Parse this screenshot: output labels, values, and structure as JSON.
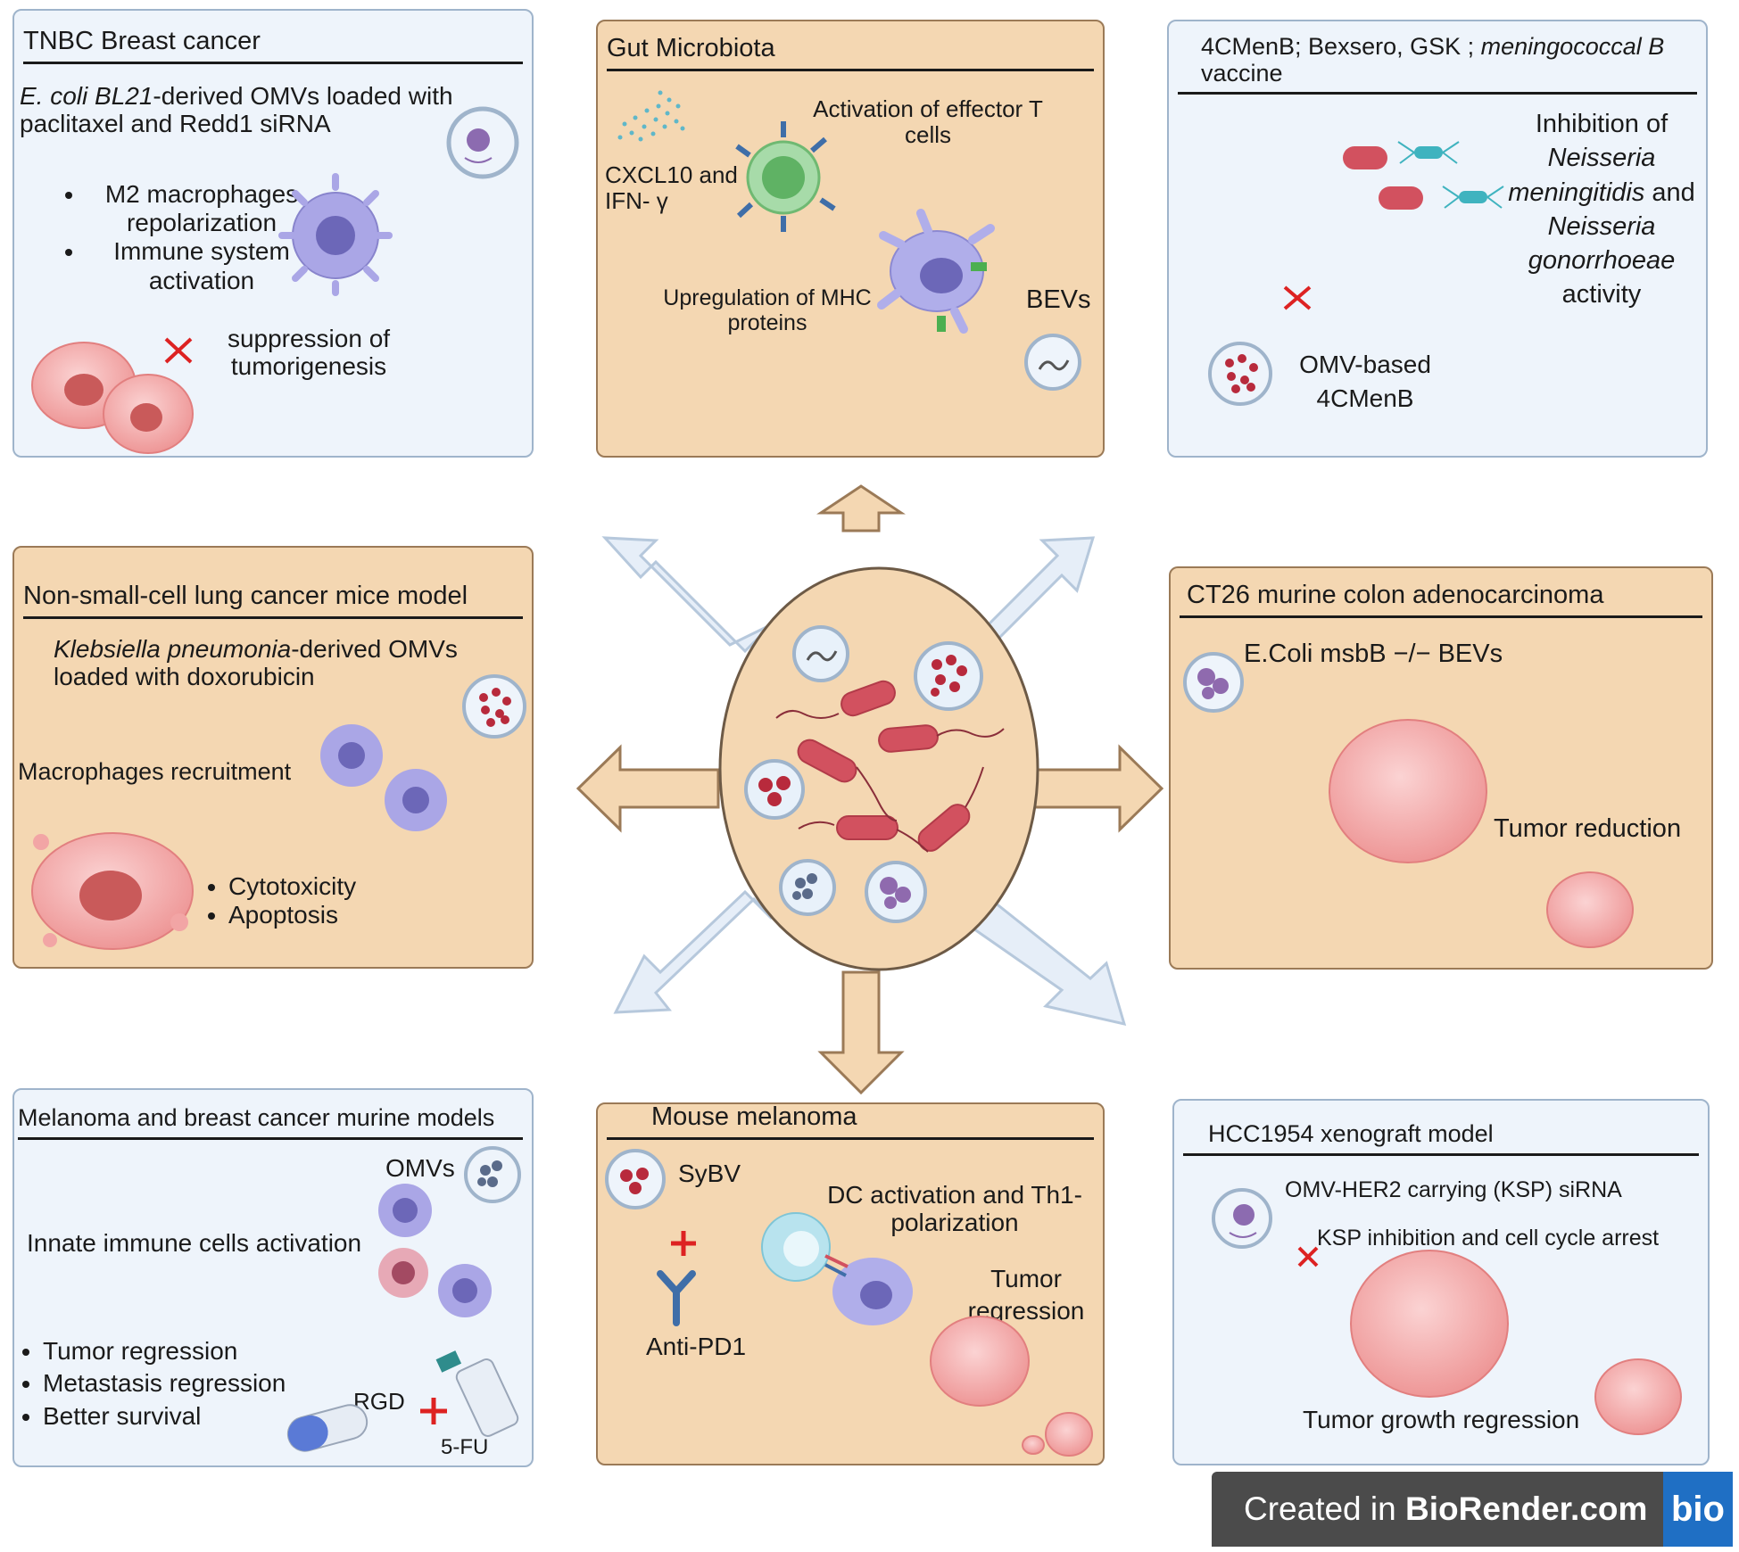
{
  "panels": {
    "tnbc": {
      "title": "TNBC Breast cancer",
      "desc_italic": "E. coli BL21",
      "desc_rest": "-derived OMVs loaded with paclitaxel and Redd1 siRNA",
      "bullets": [
        "M2 macrophages repolarization",
        "Immune system activation"
      ],
      "outcome": "suppression of tumorigenesis"
    },
    "gut": {
      "title": "Gut Microbiota",
      "effector": "Activation of effector T cells",
      "cytokines": "CXCL10 and IFN- γ",
      "mhc": "Upregulation of MHC proteins",
      "bevs": "BEVs"
    },
    "vaccine": {
      "title_plain": "4CMenB; Bexsero, GSK ; ",
      "title_italic": "meningococcal B",
      "title_line2": "vaccine",
      "effect_line1": "Inhibition of",
      "effect_italic1": "Neisseria",
      "effect_italic2": "meningitidis",
      "effect_and": " and",
      "effect_italic3": "Neisseria",
      "effect_italic4": "gonorrhoeae",
      "effect_last": "activity",
      "omv": "OMV-based 4CMenB"
    },
    "nsclc": {
      "title": "Non-small-cell lung cancer mice model",
      "desc_italic": "Klebsiella pneumonia",
      "desc_rest": "-derived OMVs loaded with doxorubicin",
      "recruit": "Macrophages recruitment",
      "bullets": [
        "Cytotoxicity",
        "Apoptosis"
      ]
    },
    "ct26": {
      "title": "CT26 murine colon adenocarcinoma",
      "source": "E.Coli msbB −/− BEVs",
      "outcome": "Tumor reduction"
    },
    "melanoma_breast": {
      "title": "Melanoma and breast cancer murine models",
      "omvs": "OMVs",
      "innate": "Innate immune cells activation",
      "bullets": [
        "Tumor regression",
        "Metastasis regression",
        "Better survival"
      ],
      "rgd": "RGD",
      "fu": "5-FU"
    },
    "mouse_melanoma": {
      "title": "Mouse melanoma",
      "sybv": "SyBV",
      "dc": "DC activation and Th1-polarization",
      "regression": "Tumor regression",
      "antipd1": "Anti-PD1"
    },
    "hcc": {
      "title": "HCC1954 xenograft model",
      "omv": "OMV-HER2 carrying (KSP) siRNA",
      "ksp": "KSP inhibition and cell cycle arrest",
      "outcome": "Tumor growth regression"
    }
  },
  "watermark": {
    "prefix": "Created in ",
    "brand": "BioRender.com",
    "logo": "bio"
  },
  "colors": {
    "blue_panel": "#eef4fb",
    "tan_panel": "#f4d7b2",
    "bacteria": "#d2515f",
    "macrophage": "#a9a7e6",
    "tumor": "#f0a0a0"
  }
}
